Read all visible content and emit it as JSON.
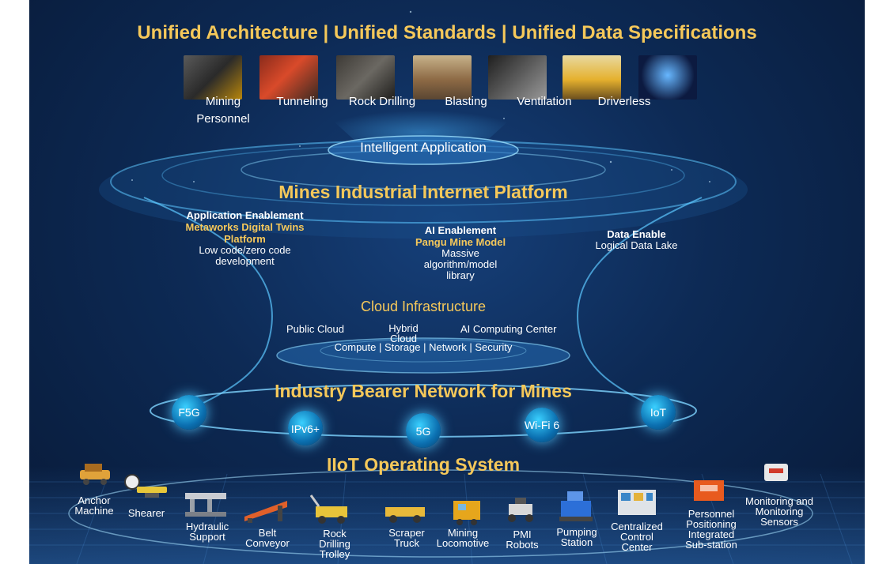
{
  "header": {
    "title": "Unified Architecture | Unified Standards | Unified Data Specifications"
  },
  "applications": [
    {
      "label": "Mining Personnel",
      "icon": "mining-personnel-photo"
    },
    {
      "label": "Tunneling",
      "icon": "tunneling-photo"
    },
    {
      "label": "Rock Drilling",
      "icon": "rock-drilling-photo"
    },
    {
      "label": "Blasting",
      "icon": "blasting-photo"
    },
    {
      "label": "Ventilation",
      "icon": "ventilation-photo"
    },
    {
      "label": "Driverless",
      "icon": "driverless-truck-photo"
    },
    {
      "label": "",
      "icon": "worker-vr-photo"
    }
  ],
  "intelligent_app": "Intelligent Application",
  "platform": {
    "title": "Mines Industrial Internet Platform",
    "app_enable": {
      "heading": "Application Enablement",
      "highlight": "Metaworks Digital Twins Platform",
      "text": "Low code/zero code development"
    },
    "ai_enable": {
      "heading": "AI Enablement",
      "highlight": "Pangu Mine Model",
      "text": "Massive algorithm/model library"
    },
    "data_enable": {
      "heading": "Data Enable",
      "text": "Logical Data Lake"
    }
  },
  "cloud": {
    "title": "Cloud Infrastructure",
    "public": "Public Cloud",
    "hybrid": "Hybrid Cloud",
    "ai_center": "AI Computing Center",
    "services": "Compute | Storage | Network | Security"
  },
  "network": {
    "title": "Industry Bearer Network for Mines",
    "nodes": [
      "F5G",
      "IPv6+",
      "5G",
      "Wi-Fi 6",
      "IoT"
    ]
  },
  "iiot": {
    "title": "IIoT Operating System",
    "devices": [
      {
        "label": "Anchor Machine",
        "icon": "anchor-machine-icon"
      },
      {
        "label": "Shearer",
        "icon": "shearer-icon"
      },
      {
        "label": "Hydraulic Support",
        "icon": "hydraulic-support-icon"
      },
      {
        "label": "Belt Conveyor",
        "icon": "belt-conveyor-icon"
      },
      {
        "label": "Rock Drilling Trolley",
        "icon": "rock-drilling-trolley-icon"
      },
      {
        "label": "Scraper Truck",
        "icon": "scraper-truck-icon"
      },
      {
        "label": "Mining Locomotive",
        "icon": "mining-locomotive-icon"
      },
      {
        "label": "PMI Robots",
        "icon": "pmi-robot-icon"
      },
      {
        "label": "Pumping Station",
        "icon": "pumping-station-icon"
      },
      {
        "label": "Centralized Control Center",
        "icon": "control-center-icon"
      },
      {
        "label": "Personnel Positioning Integrated Sub-station",
        "icon": "positioning-substation-icon"
      },
      {
        "label": "Monitoring and Monitoring Sensors",
        "icon": "monitoring-sensor-icon"
      }
    ]
  },
  "colors": {
    "background": "#0d2a55",
    "accent_gold": "#f5c85a",
    "glow_blue": "#3ad0ff"
  }
}
